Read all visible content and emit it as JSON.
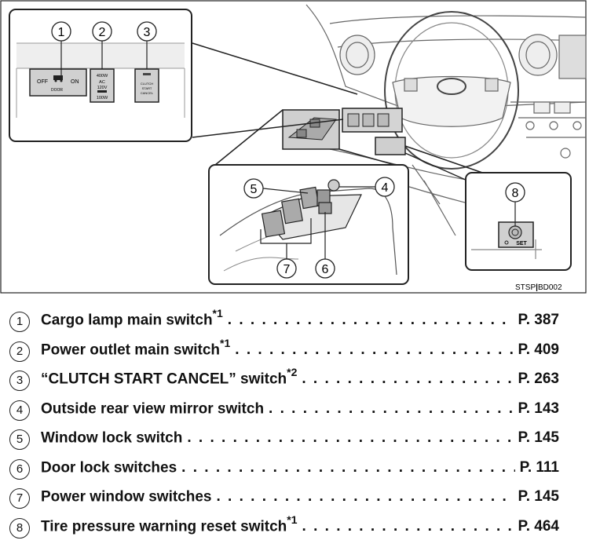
{
  "figure": {
    "id_label": "STSP",
    "id_code": "BD002",
    "callouts": [
      "1",
      "2",
      "3",
      "4",
      "5",
      "6",
      "7",
      "8"
    ],
    "panel_labels": {
      "off": "OFF",
      "on": "ON",
      "door": "DOOR",
      "outlet_top": "400W",
      "outlet_mid1": "AC",
      "outlet_mid2": "120V",
      "outlet_bottom": "100W",
      "clutch1": "CLUTCH",
      "clutch2": "START",
      "clutch3": "CANCEL",
      "set": "SET"
    }
  },
  "toc": {
    "items": [
      {
        "num": "1",
        "label": "Cargo lamp main switch",
        "note": "*1",
        "page": "P. 387"
      },
      {
        "num": "2",
        "label": "Power outlet main switch",
        "note": "*1",
        "page": "P. 409"
      },
      {
        "num": "3",
        "label": "“CLUTCH START CANCEL” switch",
        "note": "*2",
        "page": "P. 263"
      },
      {
        "num": "4",
        "label": "Outside rear view mirror switch",
        "note": "",
        "page": "P. 143"
      },
      {
        "num": "5",
        "label": "Window lock switch",
        "note": "",
        "page": "P. 145"
      },
      {
        "num": "6",
        "label": "Door lock switches",
        "note": "",
        "page": "P. 111"
      },
      {
        "num": "7",
        "label": "Power window switches",
        "note": "",
        "page": "P. 145"
      },
      {
        "num": "8",
        "label": "Tire pressure warning reset switch",
        "note": "*1",
        "page": "P. 464"
      }
    ]
  }
}
